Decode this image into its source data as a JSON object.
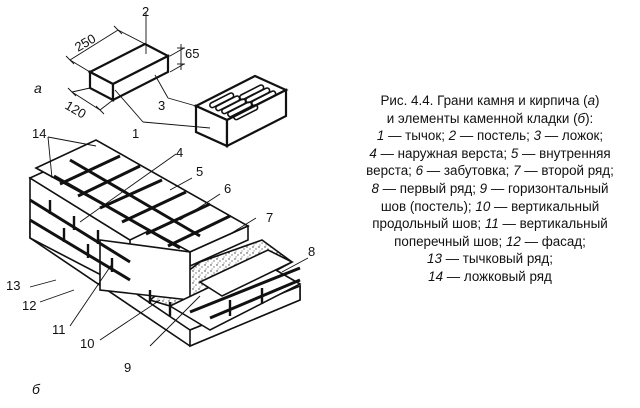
{
  "figure": {
    "part_a_label": "а",
    "part_b_label": "б",
    "dimensions": {
      "length": "250",
      "height": "65",
      "width": "120"
    },
    "callouts": [
      "1",
      "2",
      "3",
      "4",
      "5",
      "6",
      "7",
      "8",
      "9",
      "10",
      "11",
      "12",
      "13",
      "14"
    ],
    "caption": {
      "title": "Рис. 4.4. Грани камня и кирпича (",
      "title_a": "а",
      "title_close": ")",
      "line2": "и элементы каменной кладки (",
      "line2_b": "б",
      "line2_close": "):",
      "items": [
        {
          "num": "1",
          "text": " — тычок; "
        },
        {
          "num": "2",
          "text": " — постель; "
        },
        {
          "num": "3",
          "text": " — ложок;"
        },
        {
          "num": "4",
          "text": " — наружная верста; "
        },
        {
          "num": "5",
          "text": " — внутренняя"
        },
        {
          "num": "",
          "text": "верста; "
        },
        {
          "num": "6",
          "text": " — забутовка; "
        },
        {
          "num": "7",
          "text": " — второй ряд;"
        },
        {
          "num": "8",
          "text": " — первый ряд; "
        },
        {
          "num": "9",
          "text": " — горизонтальный"
        },
        {
          "num": "",
          "text": "шов (постель); "
        },
        {
          "num": "10",
          "text": " — вертикальный"
        },
        {
          "num": "",
          "text": "продольный шов; "
        },
        {
          "num": "11",
          "text": " — вертикальный"
        },
        {
          "num": "",
          "text": "поперечный шов; "
        },
        {
          "num": "12",
          "text": " — фасад;"
        },
        {
          "num": "13",
          "text": " — тычковый ряд;"
        },
        {
          "num": "14",
          "text": " — ложковый ряд"
        }
      ]
    }
  }
}
